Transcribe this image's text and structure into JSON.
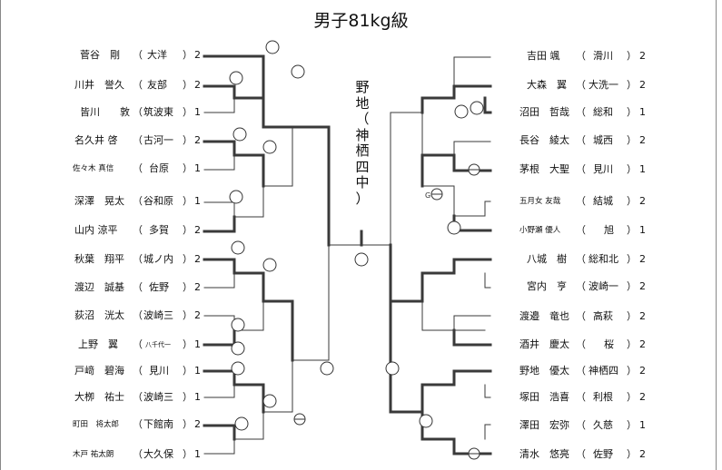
{
  "title": "男子81kg級",
  "champion": {
    "chars": [
      "野",
      "地",
      "（",
      "神",
      "栖",
      "四",
      "中",
      "）"
    ]
  },
  "left": [
    {
      "name": "菅谷　剛",
      "team": "大洋",
      "seed": "2"
    },
    {
      "name": "川井　誉久",
      "team": "友部",
      "seed": "2"
    },
    {
      "name": "皆川　　敦",
      "team": "筑波東",
      "seed": "1"
    },
    {
      "name": "名久井 啓",
      "team": "古河一",
      "seed": "2"
    },
    {
      "name": "佐々木 真信",
      "team": "台原",
      "seed": "1"
    },
    {
      "name": "深澤　晃太",
      "team": "谷和原",
      "seed": "1"
    },
    {
      "name": "山内 涼平",
      "team": "多賀",
      "seed": "2"
    },
    {
      "name": "秋葉　翔平",
      "team": "城ノ内",
      "seed": "2"
    },
    {
      "name": "渡辺　誠基",
      "team": "佐野",
      "seed": "2"
    },
    {
      "name": "荻沼　洸太",
      "team": "波崎三",
      "seed": "2"
    },
    {
      "name": "上野　翼",
      "team": "八千代一",
      "seed": "1"
    },
    {
      "name": "戸﨑　碧海",
      "team": "見川",
      "seed": "1"
    },
    {
      "name": "大栁　祐士",
      "team": "波崎三",
      "seed": "1"
    },
    {
      "name": "町田　将太郎",
      "team": "下館南",
      "seed": "2"
    },
    {
      "name": "木戸 祐太朗",
      "team": "大久保",
      "seed": "1"
    }
  ],
  "right": [
    {
      "name": "吉田 颯",
      "team": "滑川",
      "seed": "2"
    },
    {
      "name": "大森　翼",
      "team": "大洗一",
      "seed": "2"
    },
    {
      "name": "沼田　哲哉",
      "team": "総和",
      "seed": "1"
    },
    {
      "name": "長谷　綾太",
      "team": "城西",
      "seed": "2"
    },
    {
      "name": "茅根　大聖",
      "team": "見川",
      "seed": "1"
    },
    {
      "name": "五月女 友哉",
      "team": "結城",
      "seed": "2"
    },
    {
      "name": "小野瀬 優人",
      "team": "旭",
      "seed": "1"
    },
    {
      "name": "八城　樹",
      "team": "総和北",
      "seed": "2"
    },
    {
      "name": "宮内　亨",
      "team": "波崎一",
      "seed": "2"
    },
    {
      "name": "渡邉　竜也",
      "team": "高萩",
      "seed": "2"
    },
    {
      "name": "酒井　慶太",
      "team": "桜",
      "seed": "2"
    },
    {
      "name": "野地　優太",
      "team": "神栖四",
      "seed": "2"
    },
    {
      "name": "塚田　浩喜",
      "team": "利根",
      "seed": "2"
    },
    {
      "name": "澤田　宏弥",
      "team": "久慈",
      "seed": "1"
    },
    {
      "name": "清水　悠亮",
      "team": "佐野",
      "seed": "2"
    }
  ],
  "paren_open": "（",
  "paren_close": "）",
  "marks": {
    "win": "○",
    "minus": "⊖",
    "small": "G"
  }
}
